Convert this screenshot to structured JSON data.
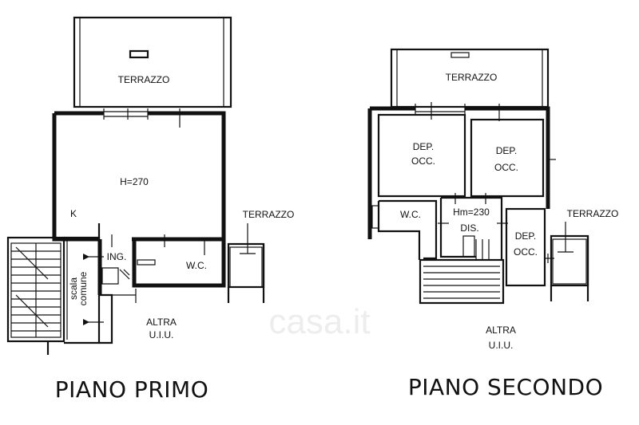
{
  "floors": [
    {
      "title": "PIANO PRIMO",
      "rooms": {
        "terrazzo_top": "TERRAZZO",
        "main": "H=270",
        "kitchen": "K",
        "entry": "ING.",
        "wc": "W.C.",
        "terrazzo_side": "TERRAZZO",
        "stair": "scala\ncomune",
        "altra": "ALTRA",
        "uiu": "U.I.U."
      }
    },
    {
      "title": "PIANO SECONDO",
      "rooms": {
        "terrazzo_top": "TERRAZZO",
        "dep1_a": "DEP.",
        "dep1_b": "OCC.",
        "dep2_a": "DEP.",
        "dep2_b": "OCC.",
        "wc": "W.C.",
        "hm": "Hm=230",
        "dis": "DIS.",
        "dep3_a": "DEP.",
        "dep3_b": "OCC.",
        "terrazzo_side": "TERRAZZO",
        "altra": "ALTRA",
        "uiu": "U.I.U."
      }
    }
  ],
  "watermark": "casa.it"
}
